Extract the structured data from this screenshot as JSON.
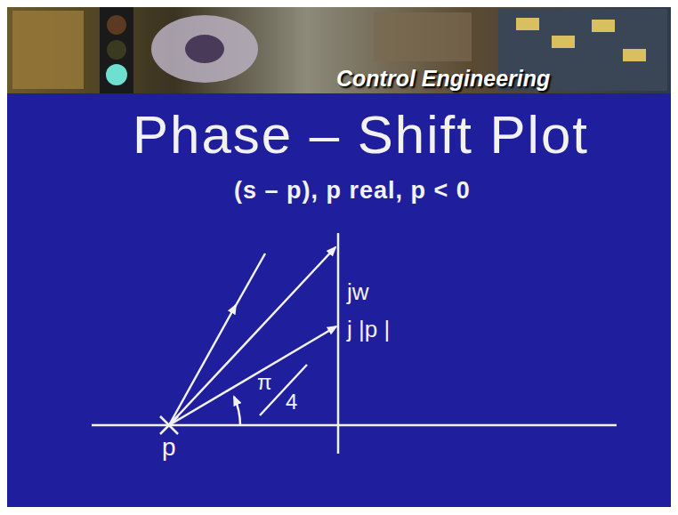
{
  "diagram": {
    "title": "Phase – Shift Plot",
    "labels": [
      "Control Engineering",
      "(s – p), p real, p < 0",
      "jw",
      "j |p |",
      "π",
      "4",
      "p"
    ]
  }
}
